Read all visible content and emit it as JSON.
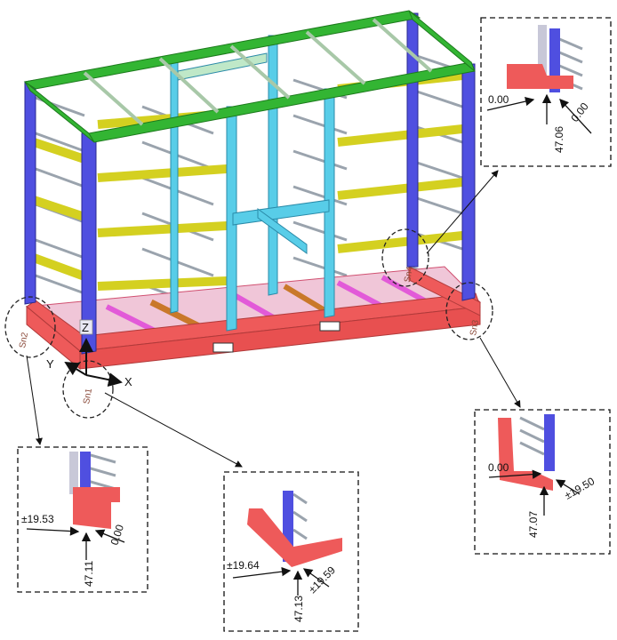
{
  "supports": {
    "sn1": "Sn1",
    "sn2": "Sn2",
    "sn3": "Sn3",
    "sn4": "Sn4"
  },
  "axes": {
    "x": "X",
    "y": "Y",
    "z": "Z"
  },
  "details": {
    "sn4": {
      "left": "0.00",
      "right": "0.00",
      "vertical": "47.06"
    },
    "sn3": {
      "left": "0.00",
      "right": "±19.50",
      "vertical": "47.07"
    },
    "sn2": {
      "left": "±19.53",
      "right": "0.00",
      "vertical": "47.11"
    },
    "sn1": {
      "left": "±19.64",
      "right": "±19.59",
      "vertical": "47.13"
    }
  },
  "colors": {
    "top_frame": "#33b533",
    "column": "#4f4fe0",
    "beam_yellow": "#e2e23a",
    "core_cyan": "#58cde8",
    "base_red": "#ee5a5a",
    "floor_magenta": "#e25ad8",
    "floor_orange": "#c9782a",
    "shelf_grey": "#9aa3ad"
  }
}
